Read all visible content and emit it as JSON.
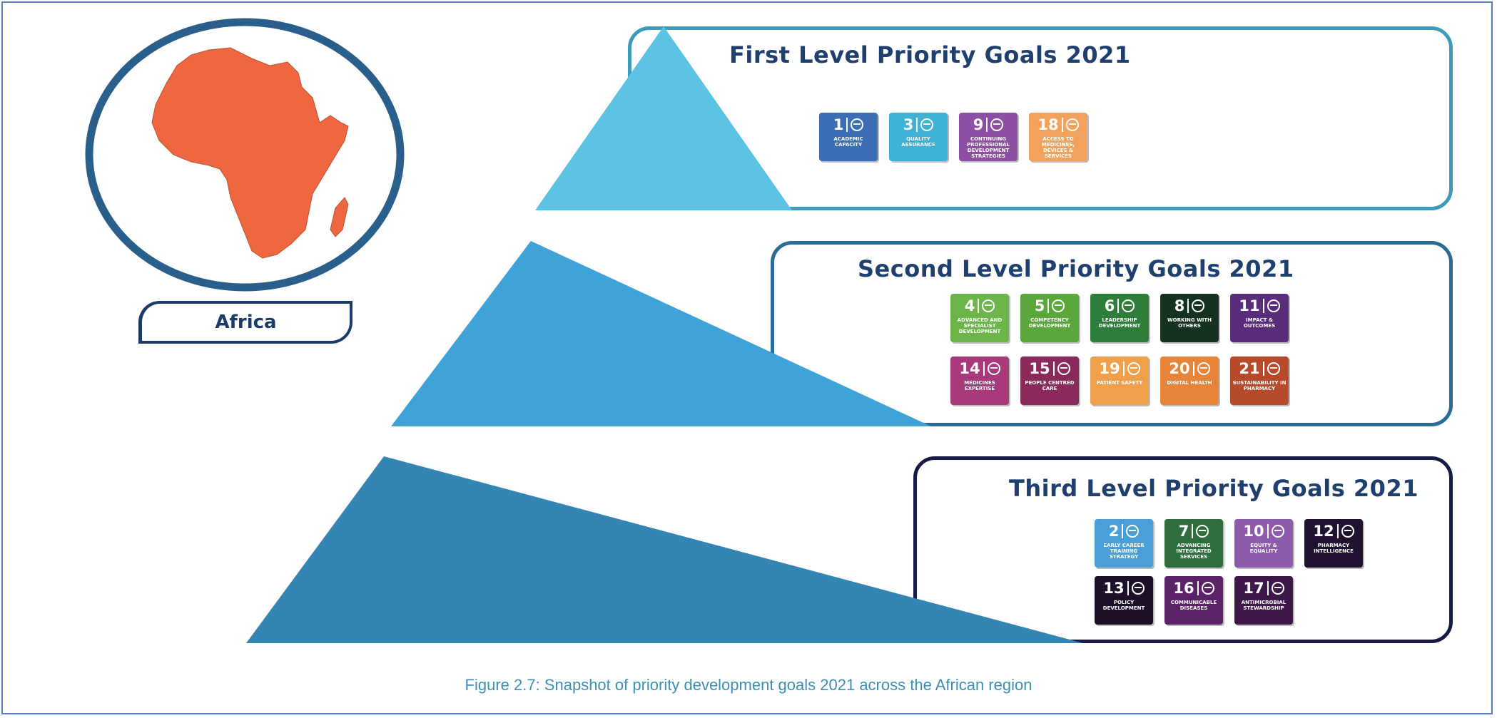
{
  "region": {
    "label": "Africa",
    "map_color": "#ef6740",
    "ring_color": "#2a5f8c"
  },
  "levels": [
    {
      "title": "First Level Priority Goals 2021",
      "color": "#5cc3e4",
      "goals": [
        {
          "number": "1",
          "label": "Academic Capacity",
          "color": "#3b6fb5"
        },
        {
          "number": "3",
          "label": "Quality Assurance",
          "color": "#3fb0d6"
        },
        {
          "number": "9",
          "label": "Continuing Professional Development Strategies",
          "color": "#8c4fa3"
        },
        {
          "number": "18",
          "label": "Access to Medicines, Devices & Services",
          "color": "#f2a25c"
        }
      ]
    },
    {
      "title": "Second Level Priority Goals 2021",
      "color": "#3fa3d8",
      "goals": [
        {
          "number": "4",
          "label": "Advanced and Specialist Development",
          "color": "#6cb54a"
        },
        {
          "number": "5",
          "label": "Competency Development",
          "color": "#5aa83c"
        },
        {
          "number": "6",
          "label": "Leadership Development",
          "color": "#2e7d3b"
        },
        {
          "number": "8",
          "label": "Working with Others",
          "color": "#14321f"
        },
        {
          "number": "11",
          "label": "Impact & Outcomes",
          "color": "#5a2d7a"
        },
        {
          "number": "14",
          "label": "Medicines Expertise",
          "color": "#a83a7c"
        },
        {
          "number": "15",
          "label": "People Centred Care",
          "color": "#8a2a5a"
        },
        {
          "number": "19",
          "label": "Patient Safety",
          "color": "#f0a04b"
        },
        {
          "number": "20",
          "label": "Digital Health",
          "color": "#e8833a"
        },
        {
          "number": "21",
          "label": "Sustainability in Pharmacy",
          "color": "#b84a2c"
        }
      ]
    },
    {
      "title": "Third Level Priority Goals 2021",
      "color": "#3485b4",
      "goals": [
        {
          "number": "2",
          "label": "Early Career Training Strategy",
          "color": "#4a9fd8"
        },
        {
          "number": "7",
          "label": "Advancing Integrated Services",
          "color": "#2e6e3c"
        },
        {
          "number": "10",
          "label": "Equity & Equality",
          "color": "#8e5aab"
        },
        {
          "number": "12",
          "label": "Pharmacy Intelligence",
          "color": "#1e1230"
        },
        {
          "number": "13",
          "label": "Policy Development",
          "color": "#1c1028"
        },
        {
          "number": "16",
          "label": "Communicable Diseases",
          "color": "#5c2268"
        },
        {
          "number": "17",
          "label": "Antimicrobial Stewardship",
          "color": "#3e1848"
        }
      ]
    }
  ],
  "caption": "Figure 2.7: Snapshot of priority development goals 2021 across the African region"
}
